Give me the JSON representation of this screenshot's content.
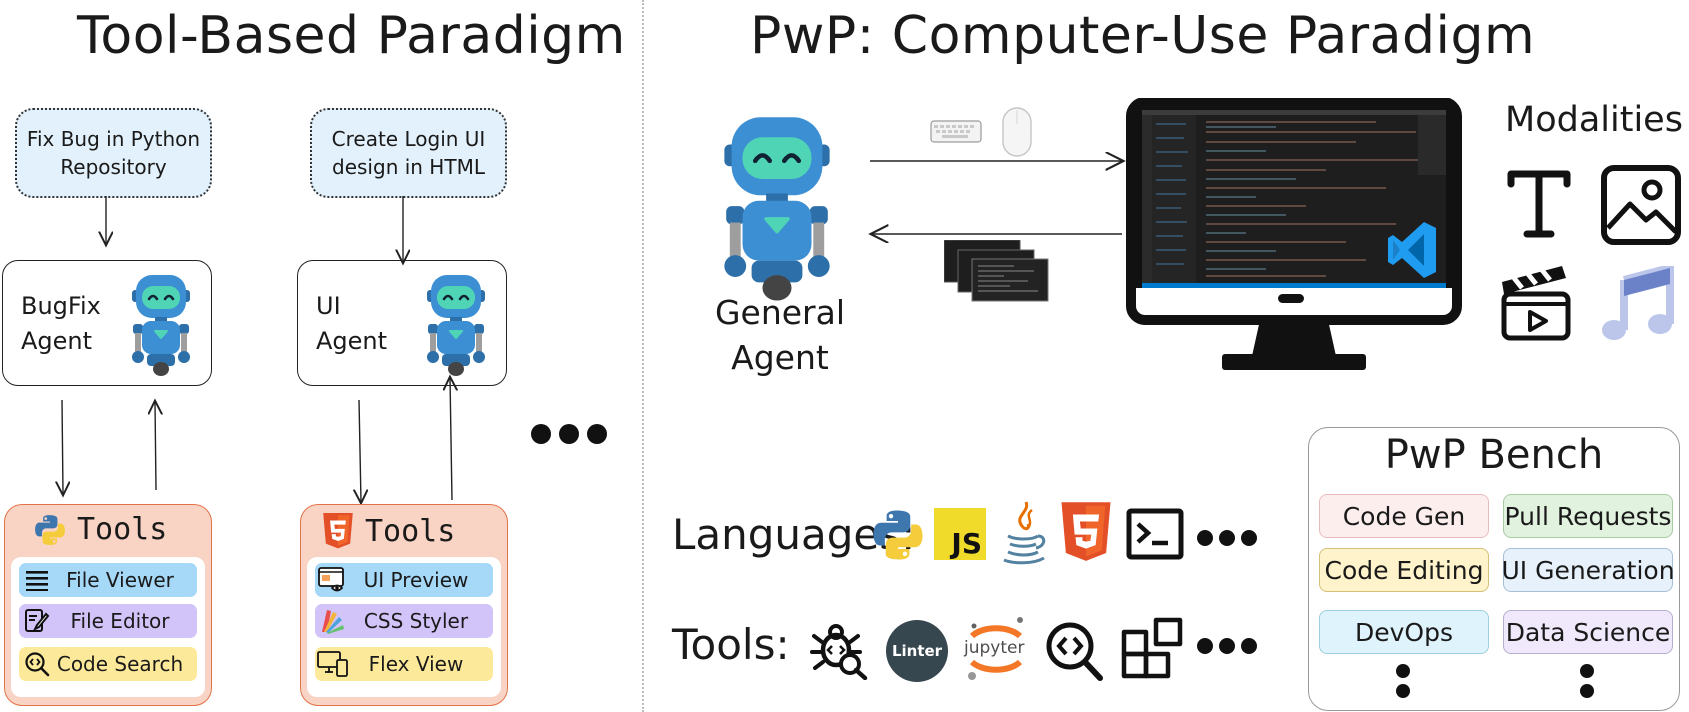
{
  "titles": {
    "left": "Tool-Based Paradigm",
    "right": "PwP: Computer-Use Paradigm"
  },
  "tool_based": {
    "tasks": [
      "Fix Bug in Python Repository",
      "Create Login UI design in HTML"
    ],
    "agents": [
      "BugFix\nAgent",
      "UI\nAgent"
    ],
    "tool_label": "Tools",
    "python_tools": [
      "File Viewer",
      "File Editor",
      "Code Search"
    ],
    "html_tools": [
      "UI Preview",
      "CSS Styler",
      "Flex View"
    ]
  },
  "computer_use": {
    "agent_label": "General\nAgent",
    "modalities_title": "Modalities",
    "modality_icons": [
      "text-icon",
      "image-icon",
      "video-icon",
      "audio-icon"
    ],
    "languages_label": "Languages:",
    "language_icons": [
      "python-icon",
      "javascript-icon",
      "java-icon",
      "html5-icon",
      "terminal-icon"
    ],
    "javascript_badge": "JS",
    "tools_label": "Tools:",
    "tool_icons": [
      "debug-icon",
      "linter-icon",
      "jupyter-icon",
      "code-search-icon",
      "extensions-icon"
    ],
    "linter_text": "Linter",
    "jupyter_text": "jupyter"
  },
  "bench": {
    "title": "PwP Bench",
    "categories": [
      "Code Gen",
      "Pull Requests",
      "Code Editing",
      "UI Generation",
      "DevOps",
      "Data Science"
    ]
  },
  "colors": {
    "task_bg": "#e2f1fb",
    "tools_bg": "#f9d3c3",
    "tools_border": "#e07448",
    "pill_blue": "#a6d8f7",
    "pill_purple": "#d2c3f8",
    "pill_yellow": "#fde99a",
    "robot_blue": "#3d8fd4",
    "robot_face": "#4fd5b6"
  }
}
